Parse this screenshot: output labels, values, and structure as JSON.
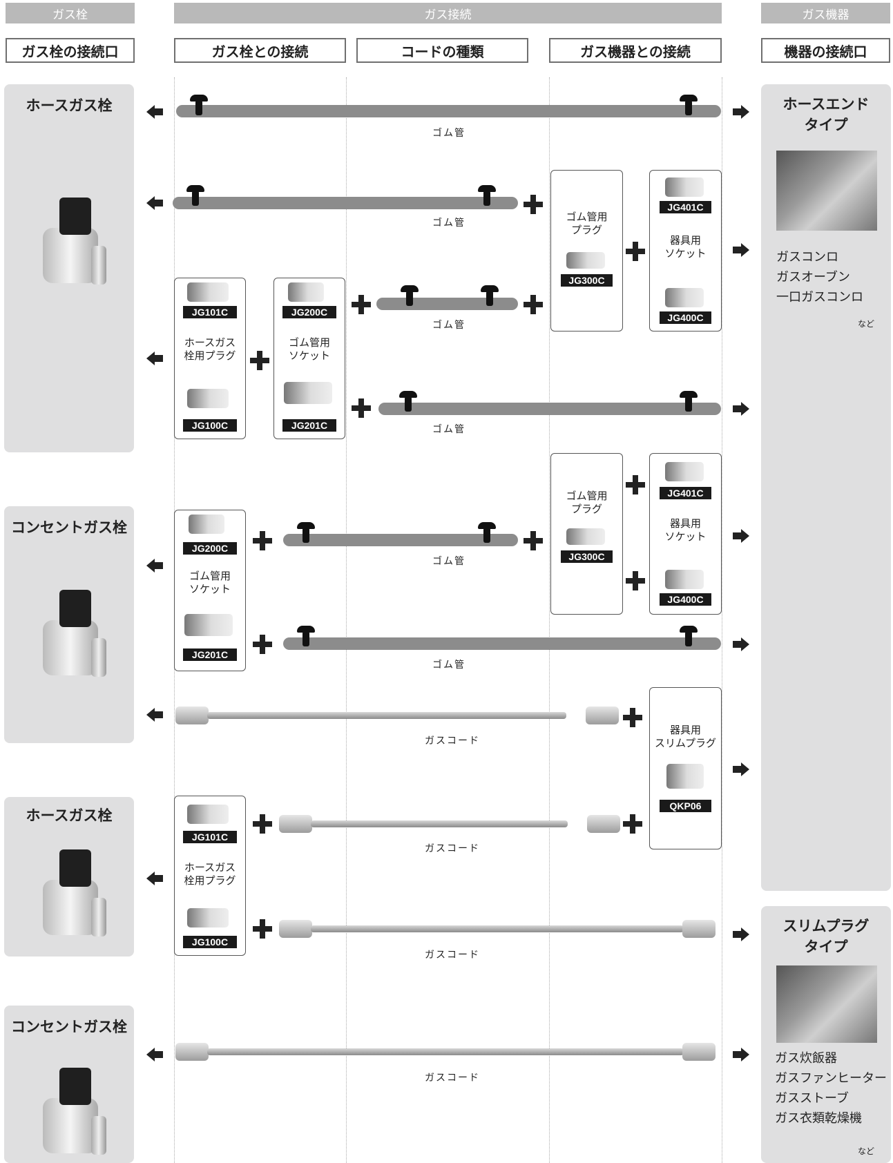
{
  "top_bars": {
    "gas_valve": "ガス栓",
    "gas_connection": "ガス接続",
    "gas_appliance": "ガス機器"
  },
  "headers": {
    "valve_port": "ガス栓の接続口",
    "valve_connection": "ガス栓との接続",
    "cord_type": "コードの種類",
    "appliance_connection": "ガス機器との接続",
    "appliance_port": "機器の接続口"
  },
  "left_panels": [
    "ホースガス栓",
    "コンセントガス栓",
    "ホースガス栓",
    "コンセントガス栓"
  ],
  "right_panels": {
    "hose_end_title": "ホースエンド\nタイプ",
    "hose_end_list": [
      "ガスコンロ",
      "ガスオーブン",
      "一口ガスコンロ"
    ],
    "slim_title": "スリムプラグ\nタイプ",
    "slim_list": [
      "ガス炊飯器",
      "ガスファンヒーター",
      "ガスストーブ",
      "ガス衣類乾燥機"
    ],
    "etc": "など"
  },
  "captions": {
    "rubber_hose": "ゴム管",
    "gas_cord": "ガスコード"
  },
  "labels": {
    "hose_valve_plug": "ホースガス\n栓用プラグ",
    "rubber_socket": "ゴム管用\nソケット",
    "rubber_plug": "ゴム管用\nプラグ",
    "appliance_socket": "器具用\nソケット",
    "appliance_slim_plug": "器具用\nスリムプラグ"
  },
  "codes": {
    "jg101c": "JG101C",
    "jg100c": "JG100C",
    "jg200c": "JG200C",
    "jg201c": "JG201C",
    "jg300c": "JG300C",
    "jg401c": "JG401C",
    "jg400c": "JG400C",
    "qkp06": "QKP06"
  }
}
